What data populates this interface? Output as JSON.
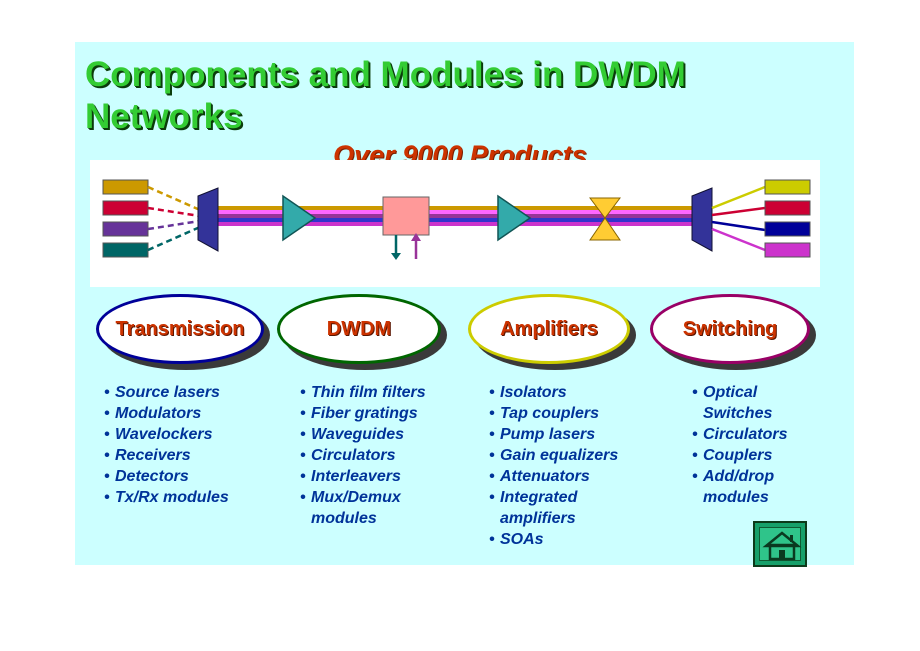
{
  "slide": {
    "title": "Components and Modules in DWDM Networks",
    "subtitle": "Over 9000 Products"
  },
  "colors": {
    "background": "#ccffff",
    "title": "#33cc33",
    "subtitle": "#cc3300",
    "list_text": "#003399",
    "oval_text": "#cc3300"
  },
  "categories": [
    {
      "label": "Transmission",
      "border_color": "#000099",
      "items": [
        "Source lasers",
        "Modulators",
        "Wavelockers",
        "Receivers",
        "Detectors",
        "Tx/Rx modules"
      ]
    },
    {
      "label": "DWDM",
      "border_color": "#006600",
      "items": [
        "Thin film filters",
        "Fiber gratings",
        "Waveguides",
        "Circulators",
        "Interleavers",
        "Mux/Demux\nmodules"
      ]
    },
    {
      "label": "Amplifiers",
      "border_color": "#cccc00",
      "items": [
        "Isolators",
        "Tap couplers",
        "Pump lasers",
        "Gain equalizers",
        "Attenuators",
        "Integrated\namplifiers",
        "SOAs"
      ]
    },
    {
      "label": "Switching",
      "border_color": "#990066",
      "items": [
        "Optical\nSwitches",
        "Circulators",
        "Couplers",
        "Add/drop\nmodules"
      ]
    }
  ],
  "diagram": {
    "channel_colors": [
      "#cc9900",
      "#cc0033",
      "#663399",
      "#006666"
    ],
    "output_colors": [
      "#cccc00",
      "#cc0033",
      "#000099",
      "#cc33cc"
    ],
    "icons": [
      "multiplexer",
      "amplifier",
      "add-drop-module",
      "amplifier",
      "attenuator",
      "demultiplexer"
    ]
  },
  "home_button": {
    "icon": "home-icon"
  }
}
